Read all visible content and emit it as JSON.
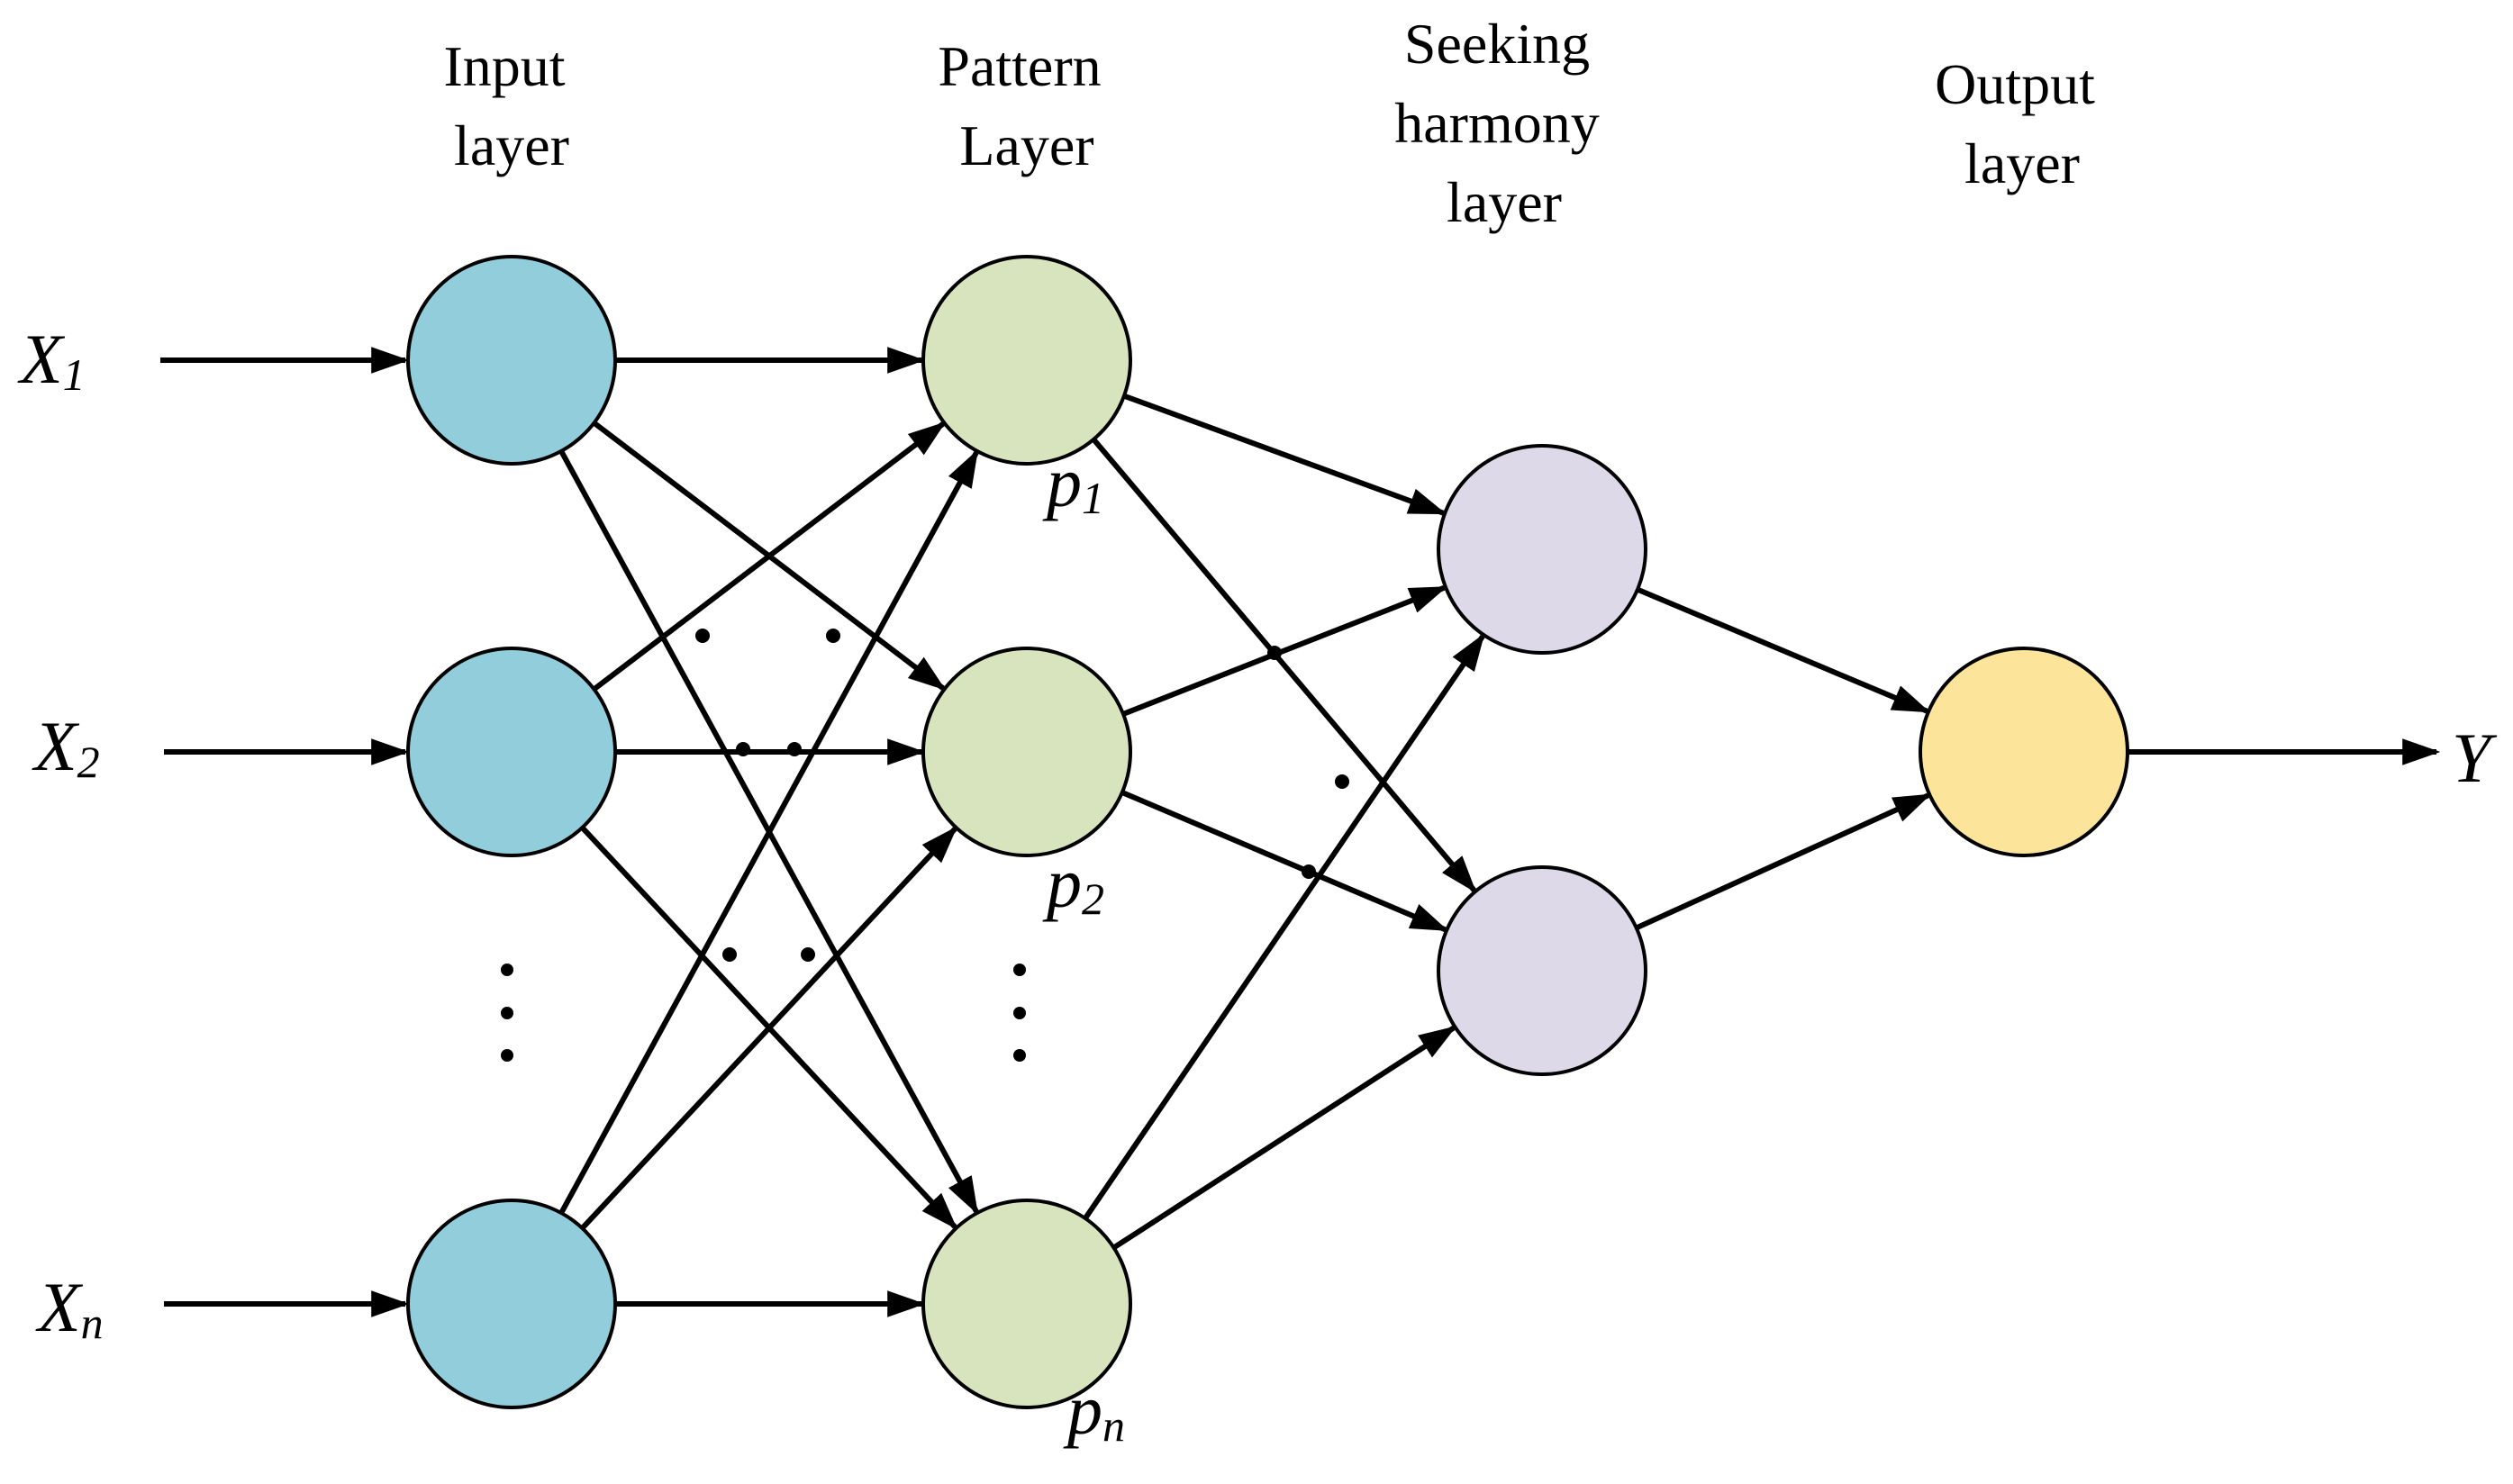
{
  "layers": {
    "input": {
      "label_line1": "Input",
      "label_line2": "layer"
    },
    "pattern": {
      "label_line1": "Pattern",
      "label_line2": "Layer"
    },
    "harmony": {
      "label_line1": "Seeking",
      "label_line2": "harmony",
      "label_line3": "layer"
    },
    "output": {
      "label_line1": "Output",
      "label_line2": "layer"
    }
  },
  "inputs": [
    {
      "main": "X",
      "sub": "1"
    },
    {
      "main": "X",
      "sub": "2"
    },
    {
      "main": "X",
      "sub": "n"
    }
  ],
  "pattern_labels": [
    {
      "main": "p",
      "sub": "1"
    },
    {
      "main": "p",
      "sub": "2"
    },
    {
      "main": "p",
      "sub": "n"
    }
  ],
  "output_label": {
    "main": "Y"
  },
  "colors": {
    "input_node": "#92CDDC",
    "pattern_node": "#D7E4BD",
    "harmony_node": "#DDD9E8",
    "output_node": "#FDE49B",
    "line": "#000000"
  }
}
